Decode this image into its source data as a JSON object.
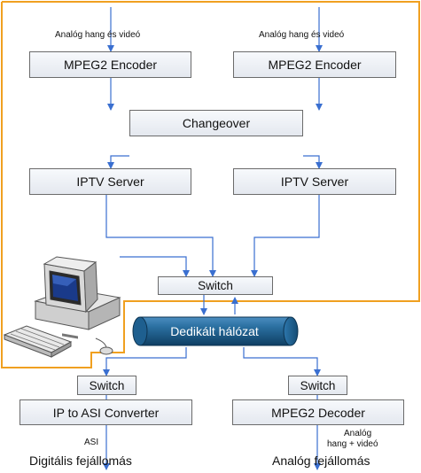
{
  "inputs": {
    "left_label": "Analóg hang és videó",
    "right_label": "Analóg hang és videó"
  },
  "boxes": {
    "encoder_left": "MPEG2 Encoder",
    "encoder_right": "MPEG2 Encoder",
    "changeover": "Changeover",
    "iptv_left": "IPTV Server",
    "iptv_right": "IPTV Server",
    "switch_main": "Switch",
    "switch_left": "Switch",
    "switch_right": "Switch",
    "ip_to_asi": "IP to ASI Converter",
    "decoder": "MPEG2 Decoder"
  },
  "network": {
    "label": "Dedikált hálózat"
  },
  "outputs": {
    "left_small": "ASI",
    "left_big": "Digitális fejállomás",
    "right_small_1": "Analóg",
    "right_small_2": "hang + videó",
    "right_big": "Analóg fejállomás"
  },
  "colors": {
    "arrow": "#3a6fd0",
    "frame": "#f0a020",
    "pipe": "#1b5d87"
  },
  "icons": {
    "computer": "desktop-computer-icon"
  }
}
